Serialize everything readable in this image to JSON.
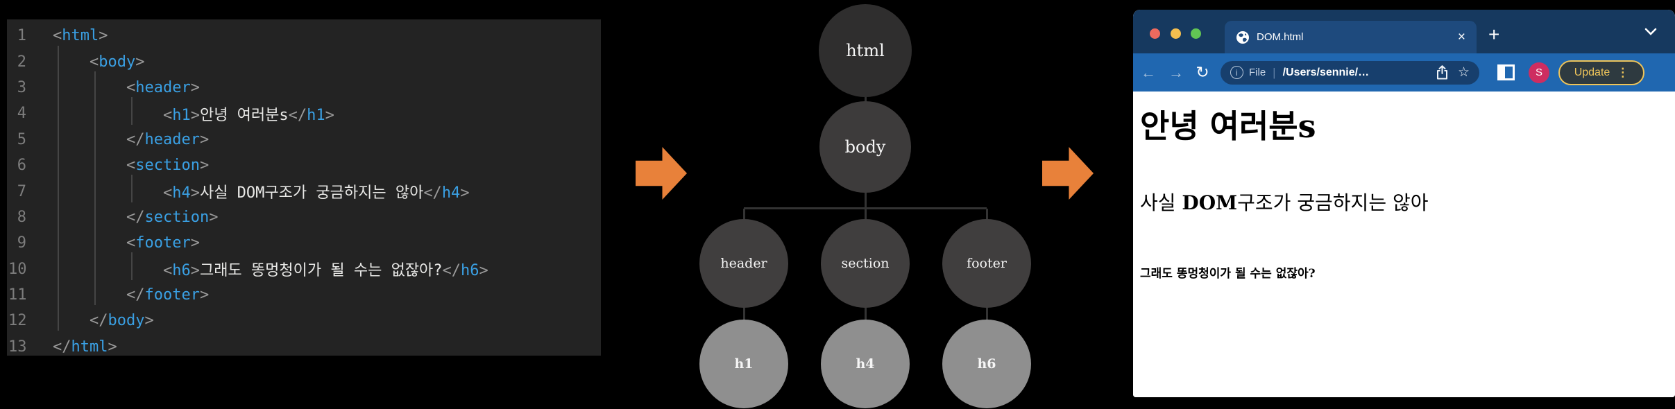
{
  "colors": {
    "canvas_bg": "#000000",
    "editor_bg": "#232323",
    "line_number": "#7d7d7d",
    "tag": "#3aa0e4",
    "punct": "#9a9a9a",
    "code_text": "#e9e9e7",
    "guide": "#454545",
    "accent": "#e8813a",
    "tabstrip": "#16395f",
    "tab": "#1e4a7d",
    "toolbar": "#2067b0",
    "pill": "#173f6d",
    "gold": "#eec45a",
    "update_bg": "#2e3a40",
    "avatar": "#ce2d60",
    "light_red": "#ed6a5e",
    "light_yellow": "#f5bf4f",
    "light_green": "#61c554",
    "node_root": "#2f2e2e",
    "node_branch": "#3d3b3b",
    "node_mid": "#403e3e",
    "node_leaf": "#8f8f8f",
    "connector": "#333333"
  },
  "editor": {
    "lines": [
      {
        "num": "1",
        "indent": 0,
        "tokens": [
          [
            "p",
            "<"
          ],
          [
            "t",
            "html"
          ],
          [
            "p",
            ">"
          ]
        ]
      },
      {
        "num": "2",
        "indent": 1,
        "tokens": [
          [
            "p",
            "<"
          ],
          [
            "t",
            "body"
          ],
          [
            "p",
            ">"
          ]
        ]
      },
      {
        "num": "3",
        "indent": 2,
        "tokens": [
          [
            "p",
            "<"
          ],
          [
            "t",
            "header"
          ],
          [
            "p",
            ">"
          ]
        ]
      },
      {
        "num": "4",
        "indent": 3,
        "tokens": [
          [
            "p",
            "<"
          ],
          [
            "t",
            "h1"
          ],
          [
            "p",
            ">"
          ],
          [
            "x",
            "안녕 여러분s"
          ],
          [
            "p",
            "</"
          ],
          [
            "t",
            "h1"
          ],
          [
            "p",
            ">"
          ]
        ]
      },
      {
        "num": "5",
        "indent": 2,
        "tokens": [
          [
            "p",
            "</"
          ],
          [
            "t",
            "header"
          ],
          [
            "p",
            ">"
          ]
        ]
      },
      {
        "num": "6",
        "indent": 2,
        "tokens": [
          [
            "p",
            "<"
          ],
          [
            "t",
            "section"
          ],
          [
            "p",
            ">"
          ]
        ]
      },
      {
        "num": "7",
        "indent": 3,
        "tokens": [
          [
            "p",
            "<"
          ],
          [
            "t",
            "h4"
          ],
          [
            "p",
            ">"
          ],
          [
            "x",
            "사실 DOM구조가 궁금하지는 않아"
          ],
          [
            "p",
            "</"
          ],
          [
            "t",
            "h4"
          ],
          [
            "p",
            ">"
          ]
        ]
      },
      {
        "num": "8",
        "indent": 2,
        "tokens": [
          [
            "p",
            "</"
          ],
          [
            "t",
            "section"
          ],
          [
            "p",
            ">"
          ]
        ]
      },
      {
        "num": "9",
        "indent": 2,
        "tokens": [
          [
            "p",
            "<"
          ],
          [
            "t",
            "footer"
          ],
          [
            "p",
            ">"
          ]
        ]
      },
      {
        "num": "10",
        "indent": 3,
        "tokens": [
          [
            "p",
            "<"
          ],
          [
            "t",
            "h6"
          ],
          [
            "p",
            ">"
          ],
          [
            "x",
            "그래도 똥멍청이가 될 수는 없잖아?"
          ],
          [
            "p",
            "</"
          ],
          [
            "t",
            "h6"
          ],
          [
            "p",
            ">"
          ]
        ]
      },
      {
        "num": "11",
        "indent": 2,
        "tokens": [
          [
            "p",
            "</"
          ],
          [
            "t",
            "footer"
          ],
          [
            "p",
            ">"
          ]
        ]
      },
      {
        "num": "12",
        "indent": 1,
        "tokens": [
          [
            "p",
            "</"
          ],
          [
            "t",
            "body"
          ],
          [
            "p",
            ">"
          ]
        ]
      },
      {
        "num": "13",
        "indent": 0,
        "tokens": [
          [
            "p",
            "</"
          ],
          [
            "t",
            "html"
          ],
          [
            "p",
            ">"
          ]
        ]
      }
    ]
  },
  "diagram": {
    "nodes": [
      {
        "label": "html",
        "tier": "root",
        "col": 1
      },
      {
        "label": "body",
        "tier": "branch",
        "col": 1
      },
      {
        "label": "header",
        "tier": "mid",
        "col": 0
      },
      {
        "label": "section",
        "tier": "mid",
        "col": 1
      },
      {
        "label": "footer",
        "tier": "mid",
        "col": 2
      },
      {
        "label": "h1",
        "tier": "leaf",
        "col": 0
      },
      {
        "label": "h4",
        "tier": "leaf",
        "col": 1
      },
      {
        "label": "h6",
        "tier": "leaf",
        "col": 2
      }
    ]
  },
  "browser": {
    "tab": {
      "title": "DOM.html",
      "close_glyph": "×",
      "favicon": "globe-icon"
    },
    "new_tab_glyph": "+",
    "icons": {
      "back": "left-arrow",
      "forward": "right-arrow",
      "reload": "reload-circle-arrow",
      "info": "i",
      "share": "share-box-up-arrow",
      "star": "☆",
      "side_panel": "split-square",
      "chevron": "chevron-down",
      "kebab": "⋮"
    },
    "toolbar": {
      "back_glyph": "←",
      "forward_glyph": "→",
      "reload_glyph": "↻",
      "address": {
        "scheme_label": "File",
        "separator": "|",
        "url": "/Users/sennie/…"
      },
      "star_glyph": "☆",
      "avatar_letter": "S",
      "update_button": {
        "label": "Update",
        "menu_glyph": "⋮"
      }
    },
    "page": {
      "h1": "안녕 여러분s",
      "h4_prefix": "사실 ",
      "h4_strong": "DOM",
      "h4_suffix": "구조가 궁금하지는 않아",
      "h6": "그래도 똥멍청이가 될 수는 없잖아?"
    }
  }
}
